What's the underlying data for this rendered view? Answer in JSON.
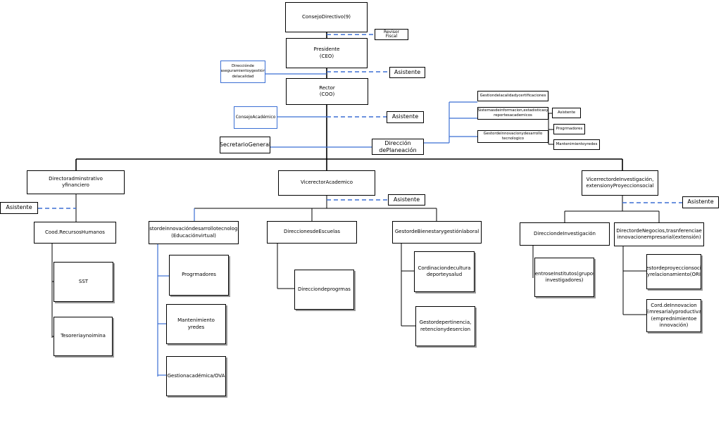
{
  "nodes": {
    "consejo": "ConsejoDirectivo(9)",
    "revisor": "Revisor\nFiscal",
    "presidente": "Presidente\n(CEO)",
    "dir_aseg": "Direcciónde\naseguramientoygestión\ndelacalidad",
    "asistente_pres": "Asistente",
    "rector": "Rector\n(COO)",
    "consejo_acad": "ConsejoAcadémico",
    "asistente_rector": "Asistente",
    "secretario": "SecretarioGeneral",
    "dir_planeacion": "Dirección\ndePlaneación",
    "gest_calidad": "Gestiondelacalidadycertificaciones",
    "sist_info": "Sistemasdeinformacion,estadisticasy\nreportesacademicos",
    "asistente_plan": "Asistente",
    "gest_innov_tec": "Gestordeinnovacionydesarrollo\ntecnologico",
    "progr_plan": "Progrmadores",
    "mant_plan": "Mantenimientoyredes",
    "dir_admin": "Directoradminstrativo\nyfinanciero",
    "asistente_admin": "Asistente",
    "rrhh": "Cood.RecursosHumanos",
    "sst": "SST",
    "tesoreria": "Tesoreriaynoimina",
    "vicerrector_acad": "VicerectorAcademico",
    "asistente_acad": "Asistente",
    "gest_innov_edu": "Gestordeinnovacióndesarrollotecnologico\n(Educaciónvirtual)",
    "progr_edu": "Progrmadores",
    "mant_edu": "Mantenimiento\nyredes",
    "gest_ova": "Gestionacadémica/OVA",
    "dir_escuelas": "DireccionesdeEscuelas",
    "dir_programas": "Direcciondeprogrmas",
    "gest_bienestar": "GestordeBienestarygestiónlaboral",
    "coord_cultura": "Cordinaciondecultura\ndeporteysalud",
    "gest_pertinencia": "Gestordepertinencia,\nretencionydesercion",
    "vicerrector_inv": "VicerrectordeInvestigación,\nextensionyProyeccionsocial",
    "asistente_inv": "Asistente",
    "dir_investigacion": "DirecciondeInvestigación",
    "centros": "CentroseInstitutos(grupos,\ninvestigadores)",
    "dir_negocios": "DirectordeNegocios,trasnferenciae\ninnovacionempresarial(extensión)",
    "gest_proyeccion": "Gestordeproyeccionsocial\nyrelacionamiento(ORI",
    "coord_innovacion": "Cord.deInnovacion\nEmresarialyproductiva\n(emprednimientoe\ninnovación)"
  },
  "colors": {
    "line": "#000000",
    "blue_line": "#3b6fd4",
    "dashed_line": "#3b6fd4",
    "box_border": "#000000"
  }
}
